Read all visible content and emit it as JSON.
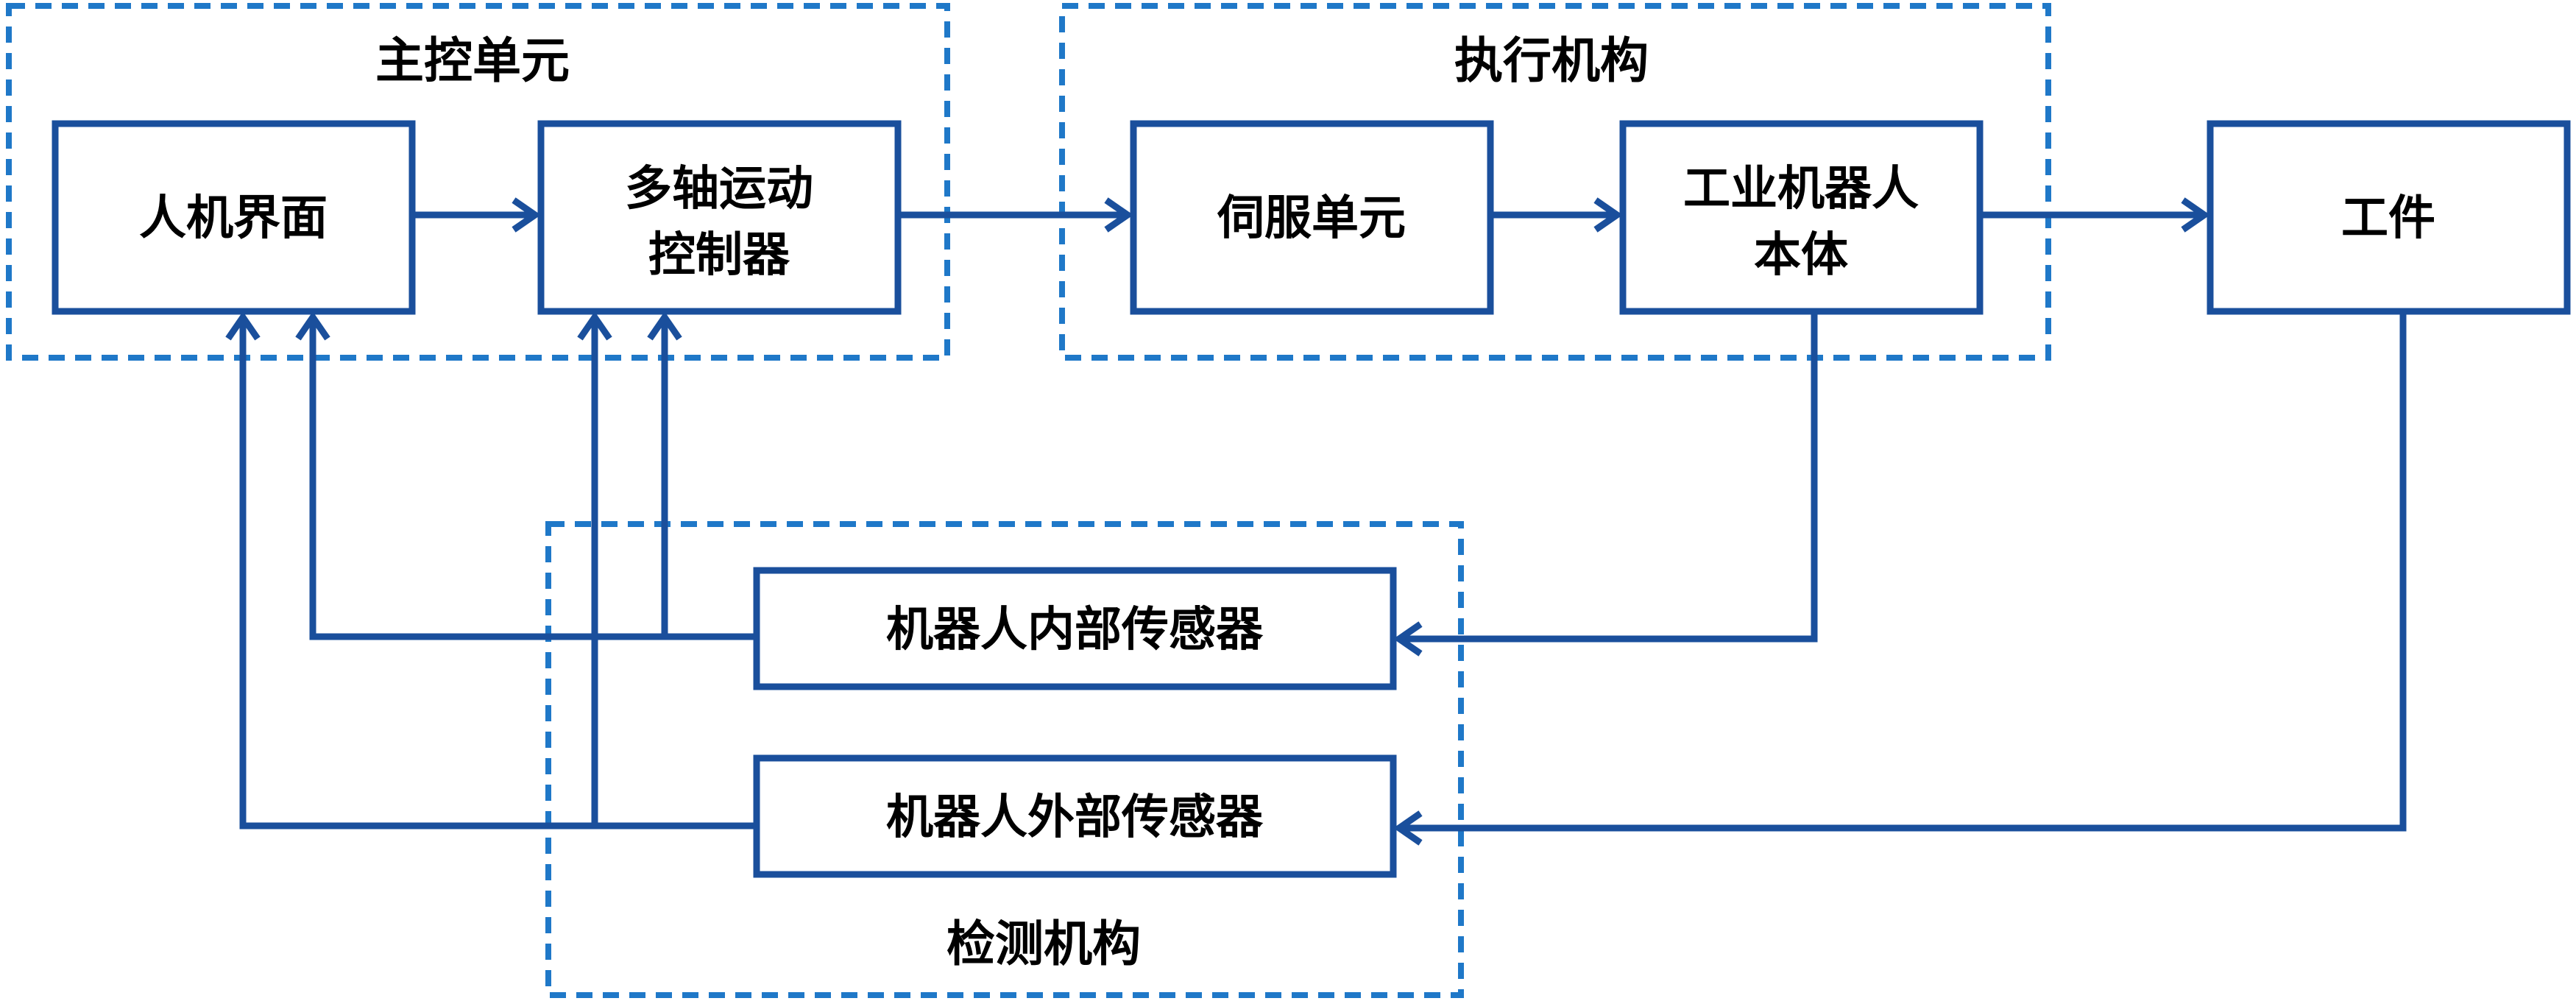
{
  "colors": {
    "group_border": "#1f78c8",
    "node_border": "#1a4f9c",
    "connector": "#1a4f9c",
    "text": "#000000"
  },
  "groups": {
    "master_control": {
      "title": "主控单元"
    },
    "actuator": {
      "title": "执行机构"
    },
    "detection": {
      "title": "检测机构"
    }
  },
  "nodes": {
    "hmi": {
      "lines": [
        "人机界面"
      ]
    },
    "motion_controller": {
      "lines": [
        "多轴运动",
        "控制器"
      ]
    },
    "servo_unit": {
      "lines": [
        "伺服单元"
      ]
    },
    "robot_body": {
      "lines": [
        "工业机器人",
        "本体"
      ]
    },
    "workpiece": {
      "lines": [
        "工件"
      ]
    },
    "internal_sensor": {
      "lines": [
        "机器人内部传感器"
      ]
    },
    "external_sensor": {
      "lines": [
        "机器人外部传感器"
      ]
    }
  }
}
